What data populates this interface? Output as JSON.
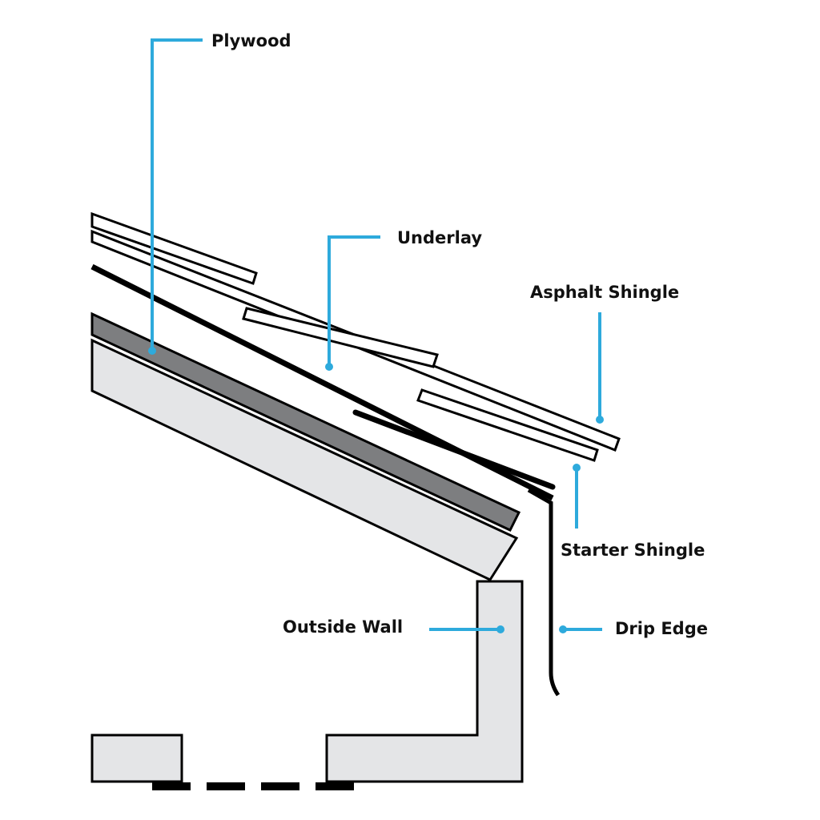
{
  "diagram": {
    "title": "Roof edge cross-section",
    "colors": {
      "leader": "#2eaadc",
      "outline": "#000000",
      "fill_light": "#e4e5e7",
      "fill_dark": "#7d7e80"
    },
    "labels": {
      "plywood": "Plywood",
      "underlay": "Underlay",
      "asphalt_shingle": "Asphalt Shingle",
      "starter_shingle": "Starter Shingle",
      "outside_wall": "Outside Wall",
      "drip_edge": "Drip Edge"
    }
  }
}
